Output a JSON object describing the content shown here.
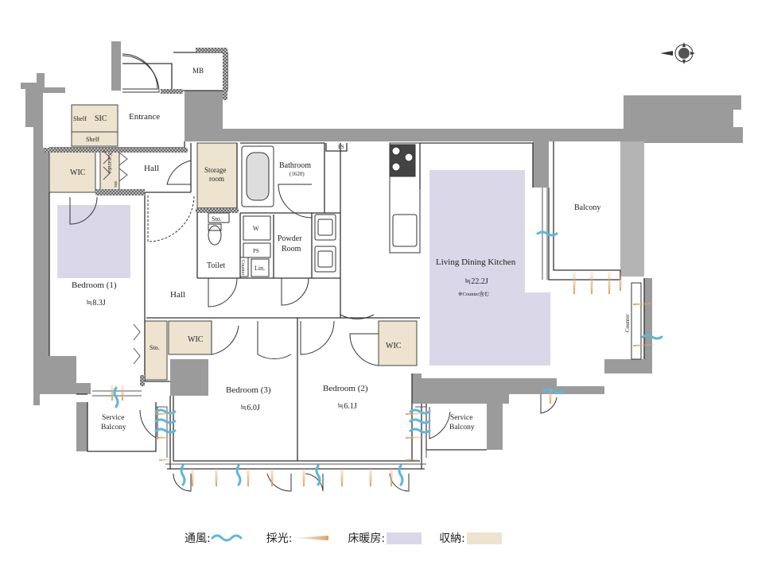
{
  "colors": {
    "wall": "#9b9b9b",
    "heating": "#d9d7e8",
    "storage": "#ede3cf",
    "ventilation": "#5bb8de",
    "light": "#d8a465"
  },
  "rooms": {
    "mb": "MB",
    "shelf_top": "Shelf",
    "sic": "SIC",
    "entrance": "Entrance",
    "shelf_bottom": "Shelf",
    "wic_left": "WIC",
    "katazuke": "Katazuke",
    "katazuke_sub": "sto.",
    "hall_top": "Hall",
    "storage_room_1": "Storage",
    "storage_room_2": "room",
    "bathroom": "Bathroom",
    "bathroom_size": "(1620)",
    "ps_top": "PS",
    "sto_toilet": "Sto.",
    "w": "W",
    "powder_room_1": "Powder",
    "powder_room_2": "Room",
    "ps_powder": "PS",
    "toilet": "Toilet",
    "counter_small": "Counter",
    "lin": "Lin.",
    "bedroom1": "Bedroom (1)",
    "bedroom1_size": "≒8.3J",
    "hall_mid": "Hall",
    "sto_mid": "Sto.",
    "wic_mid": "WIC",
    "bedroom3": "Bedroom (3)",
    "bedroom3_size": "≒6.0J",
    "bedroom2": "Bedroom (2)",
    "bedroom2_size": "≒6.1J",
    "wic_right": "WIC",
    "ldk": "Living Dining Kitchen",
    "ldk_size": "≒22.2J",
    "ldk_note": "※Counter含む",
    "balcony": "Balcony",
    "counter_right": "Counter",
    "service_balcony_left_1": "Service",
    "service_balcony_left_2": "Balcony",
    "service_balcony_right_1": "Service",
    "service_balcony_right_2": "Balcony"
  },
  "legend": {
    "ventilation": "通風:",
    "light": "採光:",
    "heating": "床暖房:",
    "storage": "収納:"
  },
  "icons": {
    "compass": "compass-north-arrow-icon"
  }
}
